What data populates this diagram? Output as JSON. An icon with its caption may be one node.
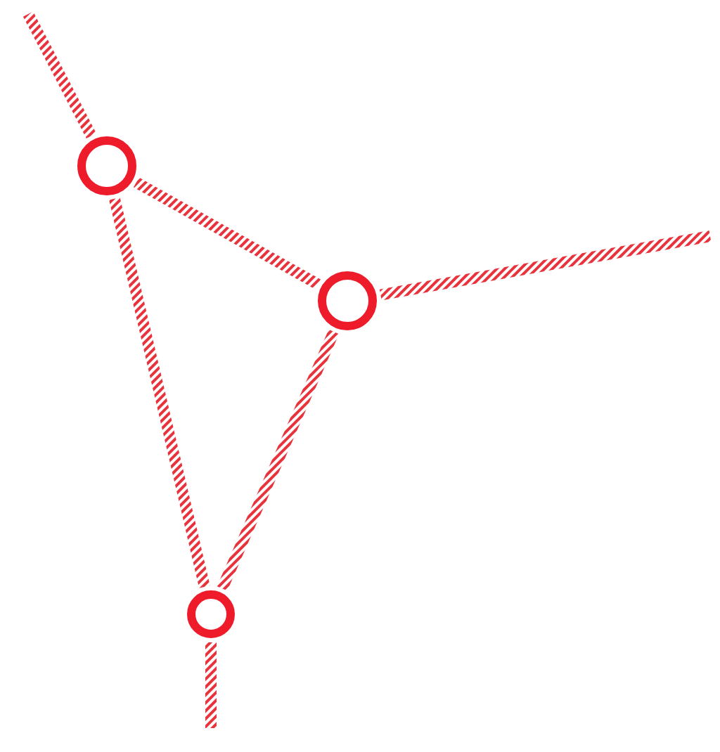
{
  "diagram": {
    "nodes": [
      {
        "text": [],
        "shape": "circle"
      },
      {
        "text": [],
        "shape": "circle"
      },
      {
        "text": [],
        "shape": "circle"
      }
    ],
    "edges": [
      {
        "from": null,
        "to": 0,
        "arrow": "none"
      },
      {
        "from": 0,
        "to": 1,
        "arrow": "none"
      },
      {
        "from": 1,
        "to": null,
        "arrow": "none"
      },
      {
        "from": 1,
        "to": 2,
        "arrow": "none"
      },
      {
        "from": 0,
        "to": 2,
        "arrow": "none"
      },
      {
        "from": 2,
        "to": null,
        "arrow": "none"
      }
    ]
  }
}
